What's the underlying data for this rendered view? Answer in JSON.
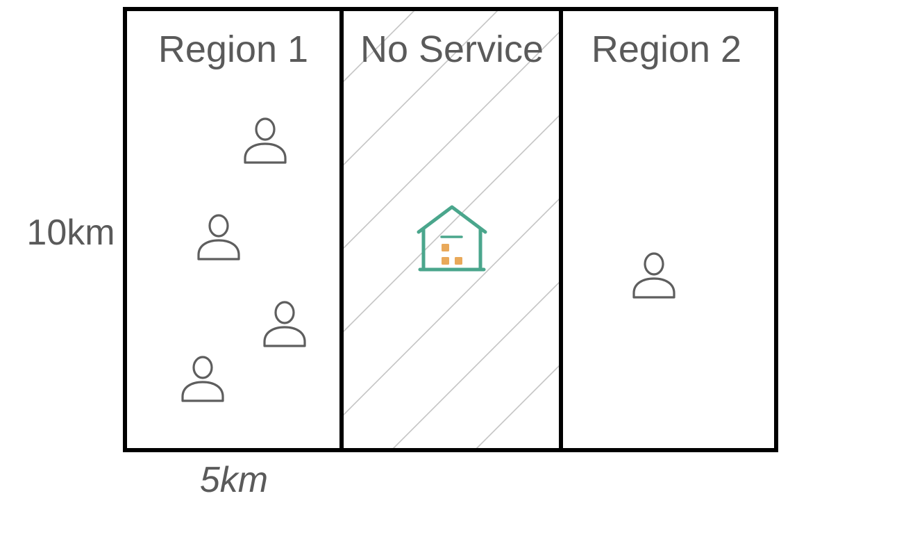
{
  "regions": [
    {
      "label": "Region 1"
    },
    {
      "label": "No Service"
    },
    {
      "label": "Region 2"
    }
  ],
  "dimensions": {
    "height_label": "10km",
    "width_label": "5km"
  },
  "icons": {
    "person": "person-icon",
    "warehouse": "warehouse-icon"
  },
  "colors": {
    "border": "#000000",
    "text": "#5a5a5a",
    "hatch": "#c4c4c4",
    "person": "#5e5e5e",
    "warehouse": "#4aa68c",
    "warehouse_boxes": "#e9a95a"
  }
}
